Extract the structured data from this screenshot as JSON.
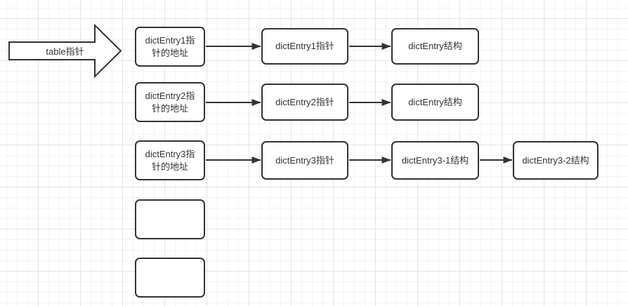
{
  "diagram": {
    "table_arrow": {
      "label": "table指针"
    },
    "rows": [
      {
        "cells": [
          {
            "label": "dictEntry1指\n针的地址"
          },
          {
            "label": "dictEntry1指针"
          },
          {
            "label": "dictEntry结构"
          }
        ]
      },
      {
        "cells": [
          {
            "label": "dictEntry2指\n针的地址"
          },
          {
            "label": "dictEntry2指针"
          },
          {
            "label": "dictEntry结构"
          }
        ]
      },
      {
        "cells": [
          {
            "label": "dictEntry3指\n针的地址"
          },
          {
            "label": "dictEntry3指针"
          },
          {
            "label": "dictEntry3-1结构"
          },
          {
            "label": "dictEntry3-2结构"
          }
        ]
      }
    ],
    "empty_box_count": 2,
    "colors": {
      "stroke": "#333333",
      "text": "#333333",
      "shape_fill": "#ffffff",
      "background": "#ffffff",
      "grid_minor": "#f3f3f3",
      "grid_major": "#e4e4e4"
    }
  }
}
